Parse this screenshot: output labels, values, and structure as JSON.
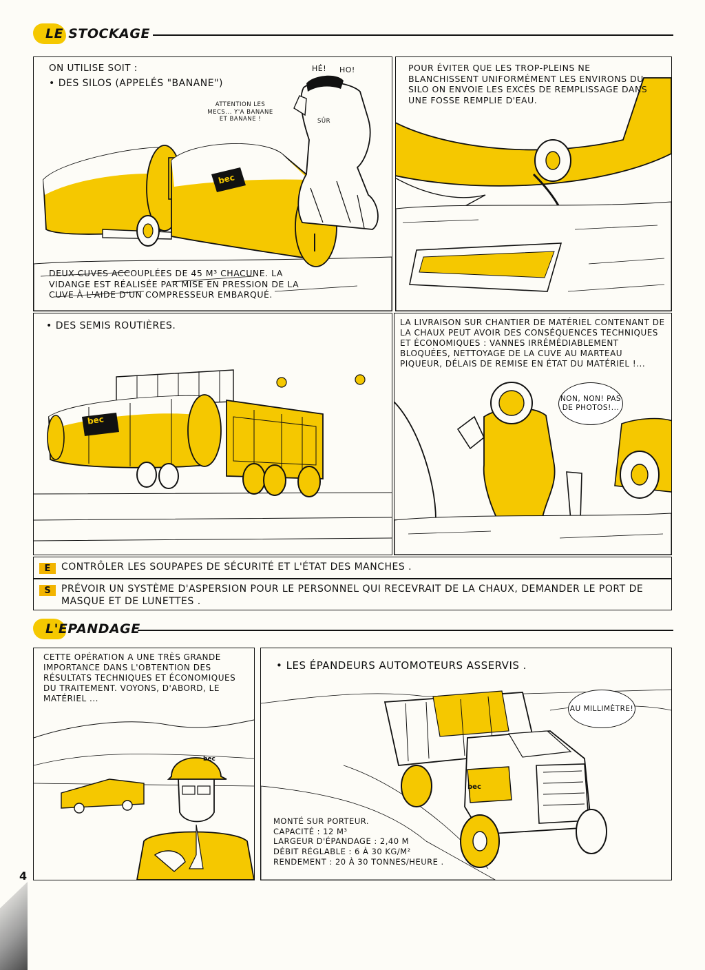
{
  "sections": {
    "stockage": {
      "title": "LE STOCKAGE"
    },
    "epandage": {
      "title": "L'EPANDAGE"
    }
  },
  "stockage": {
    "panel1": {
      "caption_top": "ON UTILISE SOIT :",
      "bullet_silos": "• DES SILOS (APPELÉS \"BANANE\")",
      "speech_he": "HÉ!",
      "speech_ho": "HO!",
      "speech_attention": "ATTENTION LES MECS... Y'A BANANE ET BANANE !",
      "speech_sur": "SÛR",
      "tank_logo": "bec",
      "caption_bottom": "DEUX CUVES ACCOUPLÉES DE 45 M³ CHACUNE. LA VIDANGE EST RÉALISÉE PAR MISE EN PRESSION DE LA CUVE À L'AIDE D'UN COMPRESSEUR EMBARQUÉ."
    },
    "panel2": {
      "caption": "POUR ÉVITER QUE LES TROP-PLEINS NE BLANCHISSENT UNIFORMÉMENT LES ENVIRONS DU SILO ON ENVOIE LES EXCÈS DE REMPLISSAGE DANS UNE FOSSE REMPLIE D'EAU."
    },
    "panel3": {
      "bullet": "• DES SEMIS ROUTIÈRES.",
      "tank_logo": "bec"
    },
    "panel4": {
      "caption": "LA LIVRAISON SUR CHANTIER DE MATÉRIEL CONTENANT DE LA CHAUX PEUT AVOIR DES CONSÉQUENCES TECHNIQUES ET ÉCONOMIQUES : VANNES IRRÉMÉDIABLEMENT BLOQUÉES, NETTOYAGE DE LA CUVE AU MARTEAU PIQUEUR, DÉLAIS DE REMISE EN ÉTAT DU MATÉRIEL !...",
      "speech": "NON, NON! PAS DE PHOTOS!..."
    },
    "tips": {
      "e": {
        "icon": "E",
        "text": "CONTRÔLER LES SOUPAPES DE SÉCURITÉ ET L'ÉTAT DES MANCHES ."
      },
      "s": {
        "icon": "S",
        "text": "PRÉVOIR UN SYSTÈME D'ASPERSION POUR LE PERSONNEL QUI RECEVRAIT DE LA CHAUX, DEMANDER LE PORT DE MASQUE ET DE LUNETTES ."
      }
    }
  },
  "epandage": {
    "panel5": {
      "caption": "CETTE OPÉRATION A UNE TRÈS GRANDE IMPORTANCE DANS L'OBTENTION DES RÉSULTATS TECHNIQUES ET ÉCONOMIQUES DU TRAITEMENT. VOYONS, D'ABORD, LE MATÉRIEL ...",
      "helmet_logo": "bec"
    },
    "panel6": {
      "bullet": "• LES ÉPANDEURS AUTOMOTEURS ASSERVIS .",
      "speech": "AU MILLIMÈTRE!",
      "truck_logo": "bec",
      "specs": [
        "MONTÉ SUR PORTEUR.",
        "CAPACITÉ : 12 M³",
        "LARGEUR D'ÉPANDAGE : 2,40 M",
        "DÉBIT RÉGLABLE : 6 À 30 KG/M²",
        "RENDEMENT : 20 À 30 TONNES/HEURE ."
      ]
    }
  },
  "page_number": "4",
  "colors": {
    "accent_yellow": "#f5c800",
    "ink": "#111111",
    "paper": "#fdfcf7"
  }
}
